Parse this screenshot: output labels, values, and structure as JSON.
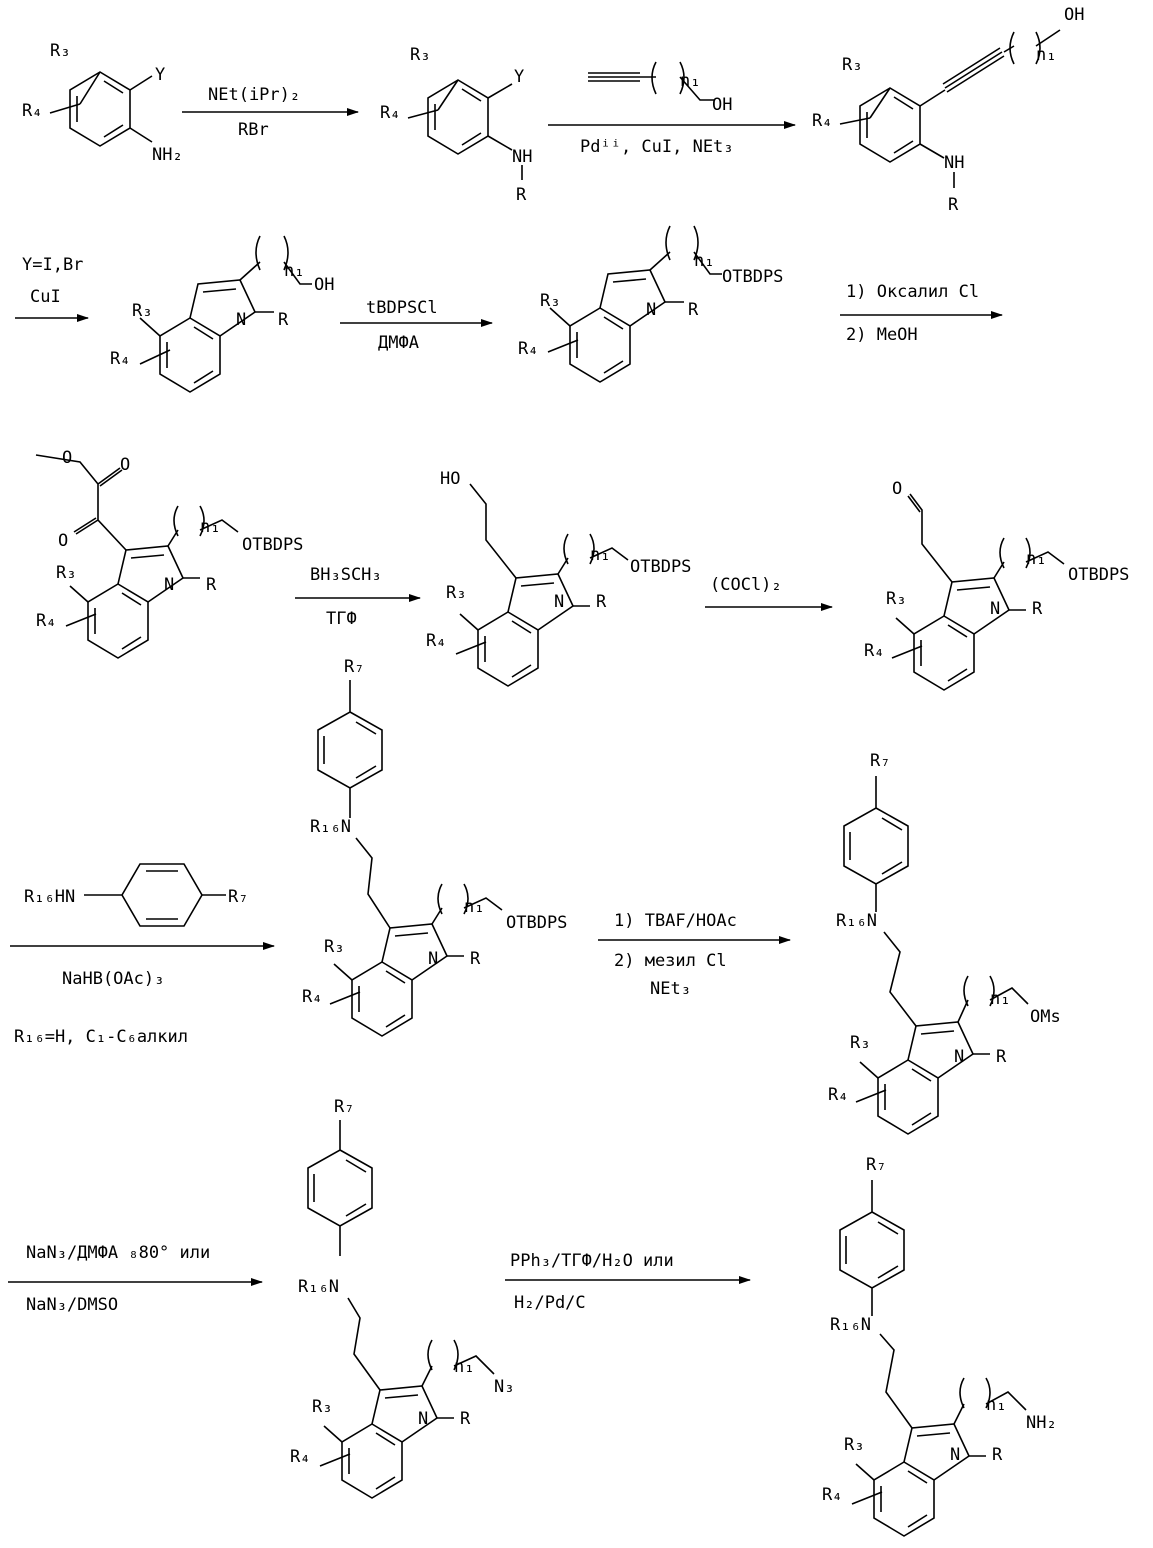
{
  "reactions": [
    {
      "id": "r1",
      "above": "NEt(iPr)₂",
      "below": "RBr"
    },
    {
      "id": "r2",
      "above": "",
      "below": "Pdⁱⁱ, CuI, NEt₃"
    },
    {
      "id": "r3",
      "above": "Y=I,Br",
      "below": "CuI"
    },
    {
      "id": "r4",
      "above": "tBDPSCl",
      "below": "ДМФА"
    },
    {
      "id": "r5",
      "above": "1) Оксалил Cl",
      "below": "2) MeOH"
    },
    {
      "id": "r6",
      "above": "BH₃SCH₃",
      "below": "ТГФ"
    },
    {
      "id": "r7",
      "above": "(COCl)₂",
      "below": ""
    },
    {
      "id": "r8",
      "above": "",
      "below": "NaHB(OAc)₃",
      "note": "R₁₆=H, C₁-C₆алкил"
    },
    {
      "id": "r9",
      "above": "1) TBAF/HOAc",
      "below": "2) мезил Cl",
      "below2": "NEt₃"
    },
    {
      "id": "r10",
      "above": "NaN₃/ДМФА ₈80° или",
      "below": "NaN₃/DMSO"
    },
    {
      "id": "r11",
      "above": "PPh₃/ТГФ/H₂O или",
      "below": "H₂/Pd/C"
    }
  ],
  "labels": {
    "R": "R",
    "R3": "R₃",
    "R4": "R₄",
    "R7": "R₇",
    "R16N": "R₁₆N",
    "R16HN": "R₁₆HN",
    "Y": "Y",
    "NH2": "NH₂",
    "NH": "NH",
    "N": "N",
    "OH": "OH",
    "HO": "HO",
    "O": "O",
    "n1": "n₁",
    "OTBDPS": "OTBDPS",
    "OMs": "OMs",
    "N3": "N₃"
  }
}
